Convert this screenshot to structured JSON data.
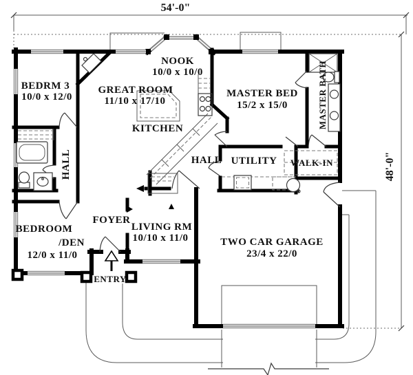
{
  "dimensions": {
    "overall_width": "54'-0\"",
    "overall_depth": "48'-0\""
  },
  "rooms": {
    "nook": {
      "name": "NOOK",
      "size": "10/0 x 10/0"
    },
    "bedrm3": {
      "name": "BEDRM 3",
      "size": "10/0 x 12/0"
    },
    "great_room": {
      "name": "GREAT ROOM",
      "size": "11/10 x 17/10"
    },
    "master_bed": {
      "name": "MASTER BED",
      "size": "15/2 x 15/0"
    },
    "master_bath": {
      "name": "MASTER BATH"
    },
    "kitchen": {
      "name": "KITCHEN"
    },
    "hall_upper": {
      "name": "HALL"
    },
    "hall_lower": {
      "name": "HALL"
    },
    "utility": {
      "name": "UTILITY"
    },
    "walk_in": {
      "name": "WALK-IN"
    },
    "bedroom_den": {
      "name_line1": "BEDROOM",
      "name_line2": "/DEN",
      "size": "12/0 x 11/0"
    },
    "foyer": {
      "name": "FOYER"
    },
    "living_rm": {
      "name": "LIVING RM",
      "size": "10/10 x 11/0"
    },
    "garage": {
      "name": "TWO CAR GARAGE",
      "size": "23/4 x 22/0"
    },
    "entry": {
      "name": "ENTRY"
    }
  },
  "colors": {
    "wall": "#000000",
    "thin_line": "#5a5a5a",
    "window": "#8a8a8a",
    "dashed": "#7a7a7a",
    "background": "#ffffff",
    "text": "#101010"
  }
}
